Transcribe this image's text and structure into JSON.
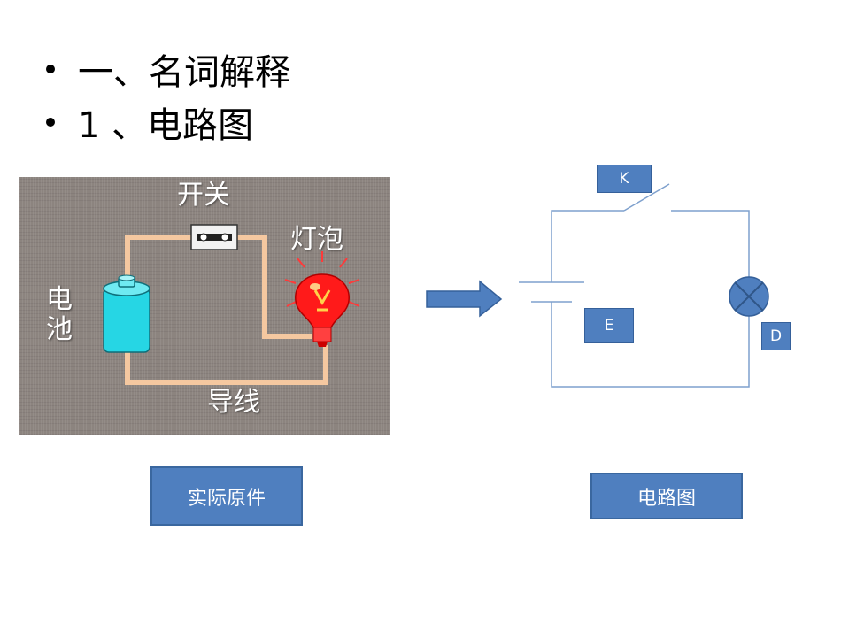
{
  "bullets": [
    "一、名词解释",
    "1 、电路图"
  ],
  "photo": {
    "switch_label": "开关",
    "bulb_label": "灯泡",
    "battery_label_1": "电",
    "battery_label_2": "池",
    "wire_label": "导线"
  },
  "schematic": {
    "switch_tag": "K",
    "battery_tag": "E",
    "lamp_tag": "D"
  },
  "captions": {
    "left": "实际原件",
    "right": "电路图"
  }
}
